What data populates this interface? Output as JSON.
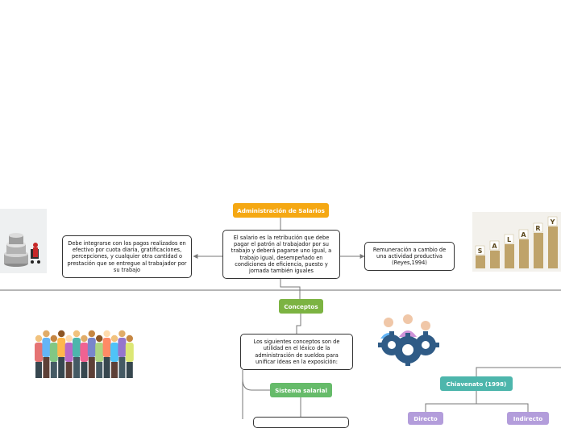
{
  "colors": {
    "main_topic": "#f5a813",
    "concepts": "#7cb342",
    "sistema": "#66bb6a",
    "chiavenato": "#4db6ac",
    "leaf": "#b39ddb",
    "line": "#777777",
    "divider": "#6d6d6d"
  },
  "nodes": {
    "main_title": "Administración de Salarios",
    "definition": "El salario es la retribución que debe pagar el patrón al trabajador por su trabajo y deberá pagarse uno igual, a trabajo igual, desempeñado en condiciones de eficiencia, puesto y jornada también iguales",
    "left_note": "Debe integrarse con los pagos realizados en efectivo por cuota diaria, gratificaciones, percepciones, y cualquier otra cantidad o prestación que se entregue al trabajador por su trabajo",
    "right_note": "Remuneración a cambio de una actividad productiva (Reyes,1994)",
    "concepts": "Conceptos",
    "concepts_desc": "Los siguientes conceptos son de utilidad en el léxico de la administración de sueldos para unificar ideas en la exposición:",
    "sistema": "Sistema salarial",
    "chiavenato": "Chiavenato (1998)",
    "directo": "Directo",
    "indirecto": "Indirecto"
  },
  "images": {
    "coins_cart": "coins-cart-icon",
    "salary_blocks": "salary-coins-icon",
    "people_group": "people-group-icon",
    "team_gears": "team-gears-icon",
    "salary_letters": [
      "S",
      "A",
      "L",
      "A",
      "R",
      "Y"
    ]
  }
}
